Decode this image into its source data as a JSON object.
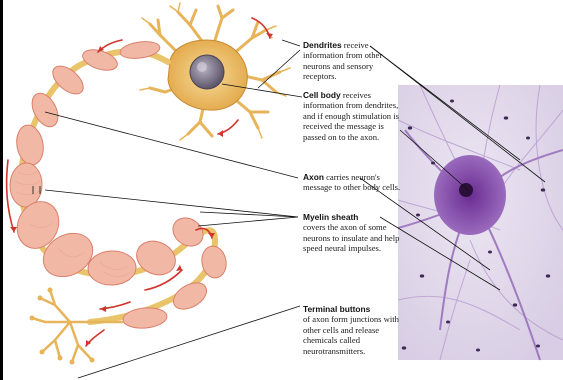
{
  "labels": {
    "dendrites": {
      "term": "Dendrites",
      "text": " receive information from other neurons and sensory receptors."
    },
    "cell_body": {
      "term": "Cell body",
      "text": " receives information from dendrites, and if enough stimulation is received the message is passed on to the axon."
    },
    "axon": {
      "term": "Axon",
      "text": " carries neuron's message to other body cells."
    },
    "myelin_sheath": {
      "term": "Myelin sheath",
      "text": " covers the axon of some neurons to insulate and help speed neural impulses."
    },
    "terminal_buttons": {
      "term": "Terminal buttons",
      "text": " of axon form junctions with other cells and release chemicals called neurotransmitters."
    }
  },
  "colors": {
    "myelin": "#f2b8a6",
    "myelin_edge": "#d9806c",
    "axon_core": "#e9c46a",
    "dendrite": "#e7b45a",
    "nucleus": "#7b7385",
    "arrow": "#d0342c",
    "micrograph_bg": "#e4dced",
    "micrograph_cell": "#7a3fa0"
  }
}
